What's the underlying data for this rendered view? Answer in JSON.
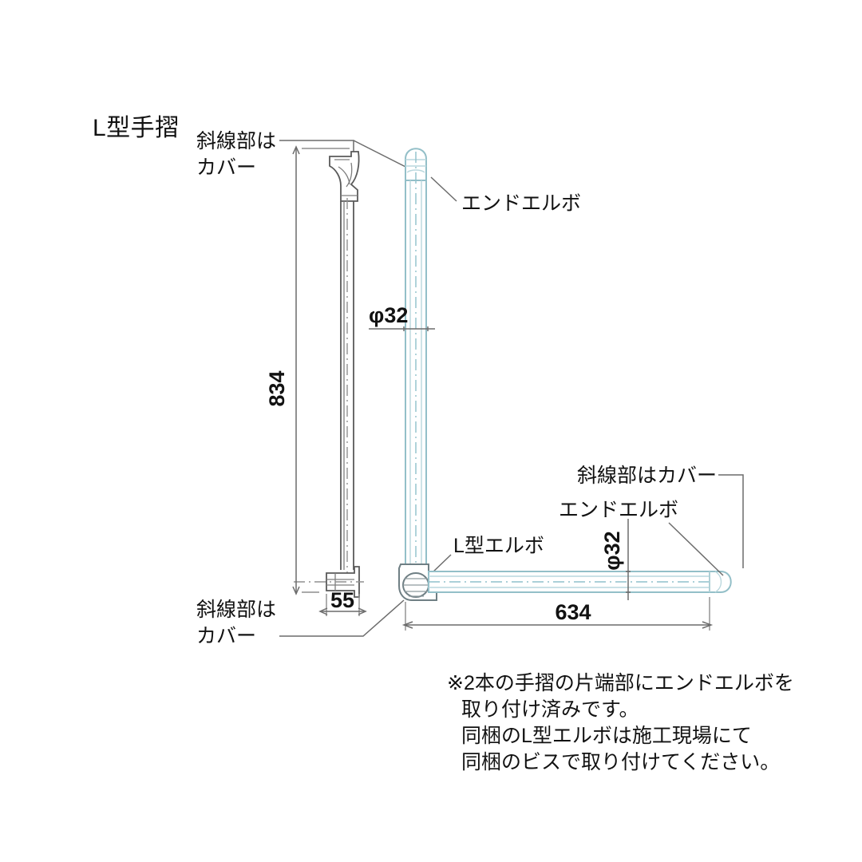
{
  "drawing": {
    "title": "L型手摺",
    "labels": {
      "cover_top": [
        "斜線部は",
        "カバー"
      ],
      "cover_bottom_left": [
        "斜線部は",
        "カバー"
      ],
      "cover_right": "斜線部はカバー",
      "end_elbow_top": "エンドエルボ",
      "end_elbow_right": "エンドエルボ",
      "l_elbow": "L型エルボ"
    },
    "dimensions": {
      "vertical_length": "834",
      "bracket_offset": "55",
      "horizontal_length": "634",
      "diameter_vertical": "φ32",
      "diameter_horizontal": "φ32"
    },
    "note": [
      "※2本の手摺の片端部にエンドエルボを",
      "取り付け済みです。",
      "同梱のL型エルボは施工現場にて",
      "同梱のビスで取り付けてください。"
    ]
  },
  "colors": {
    "background": "#ffffff",
    "tube_stroke": "#93bfc8",
    "tube_inner": "#b9d7dd",
    "dimension_line": "#6c6c6c",
    "bracket_stroke": "#595959",
    "text": "#121212"
  }
}
